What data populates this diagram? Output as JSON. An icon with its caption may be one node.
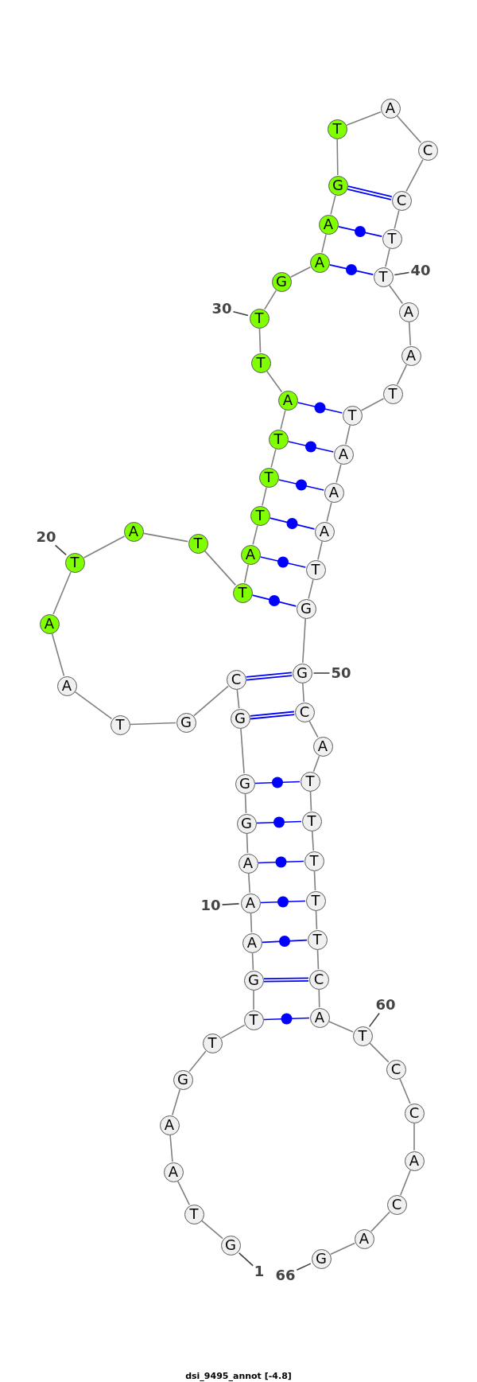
{
  "diagram": {
    "title": "dsi_9495_annot [-4.8]",
    "nodes": [
      {
        "text": [
          "G"
        ]
      },
      {
        "text": [
          "T"
        ]
      },
      {
        "text": [
          "A"
        ]
      },
      {
        "text": [
          "A"
        ]
      },
      {
        "text": [
          "G"
        ]
      },
      {
        "text": [
          "T"
        ]
      },
      {
        "text": [
          "T"
        ]
      },
      {
        "text": [
          "G"
        ]
      },
      {
        "text": [
          "A"
        ]
      },
      {
        "text": [
          "A"
        ]
      },
      {
        "text": [
          "A"
        ]
      },
      {
        "text": [
          "G"
        ]
      },
      {
        "text": [
          "G"
        ]
      },
      {
        "text": [
          "G"
        ]
      },
      {
        "text": [
          "C"
        ]
      },
      {
        "text": [
          "G"
        ]
      },
      {
        "text": [
          "T"
        ]
      },
      {
        "text": [
          "A"
        ]
      },
      {
        "text": [
          "A"
        ]
      },
      {
        "text": [
          "T"
        ]
      },
      {
        "text": [
          "A"
        ]
      },
      {
        "text": [
          "T"
        ]
      },
      {
        "text": [
          "T"
        ]
      },
      {
        "text": [
          "A"
        ]
      },
      {
        "text": [
          "T"
        ]
      },
      {
        "text": [
          "T"
        ]
      },
      {
        "text": [
          "T"
        ]
      },
      {
        "text": [
          "A"
        ]
      },
      {
        "text": [
          "T"
        ]
      },
      {
        "text": [
          "T"
        ]
      },
      {
        "text": [
          "G"
        ]
      },
      {
        "text": [
          "A"
        ]
      },
      {
        "text": [
          "A"
        ]
      },
      {
        "text": [
          "G"
        ]
      },
      {
        "text": [
          "T"
        ]
      },
      {
        "text": [
          "A"
        ]
      },
      {
        "text": [
          "C"
        ]
      },
      {
        "text": [
          "C"
        ]
      },
      {
        "text": [
          "T"
        ]
      },
      {
        "text": [
          "T"
        ]
      },
      {
        "text": [
          "A"
        ]
      },
      {
        "text": [
          "A"
        ]
      },
      {
        "text": [
          "T"
        ]
      },
      {
        "text": [
          "T"
        ]
      },
      {
        "text": [
          "A"
        ]
      },
      {
        "text": [
          "A"
        ]
      },
      {
        "text": [
          "A"
        ]
      },
      {
        "text": [
          "T"
        ]
      },
      {
        "text": [
          "G"
        ]
      },
      {
        "text": [
          "G"
        ]
      },
      {
        "text": [
          "C"
        ]
      },
      {
        "text": [
          "A"
        ]
      },
      {
        "text": [
          "T"
        ]
      },
      {
        "text": [
          "T"
        ]
      },
      {
        "text": [
          "T"
        ]
      },
      {
        "text": [
          "T"
        ]
      },
      {
        "text": [
          "T"
        ]
      },
      {
        "text": [
          "C"
        ]
      },
      {
        "text": [
          "A"
        ]
      },
      {
        "text": [
          "T"
        ]
      },
      {
        "text": [
          "C"
        ]
      },
      {
        "text": [
          "C"
        ]
      },
      {
        "text": [
          "A"
        ]
      },
      {
        "text": [
          "C"
        ]
      },
      {
        "text": [
          "A"
        ]
      },
      {
        "text": [
          "G"
        ]
      },
      {
        "text": [
          "1"
        ]
      },
      {
        "text": [
          "10"
        ]
      },
      {
        "text": [
          "20"
        ]
      },
      {
        "text": [
          "30"
        ]
      },
      {
        "text": [
          "40"
        ]
      },
      {
        "text": [
          "50"
        ]
      },
      {
        "text": [
          "60"
        ]
      },
      {
        "text": [
          "66"
        ]
      }
    ],
    "edges": [
      {
        "from": 0,
        "to": 1,
        "arrow": "none"
      },
      {
        "from": 1,
        "to": 2,
        "arrow": "none"
      },
      {
        "from": 2,
        "to": 3,
        "arrow": "none"
      },
      {
        "from": 3,
        "to": 4,
        "arrow": "none"
      },
      {
        "from": 4,
        "to": 5,
        "arrow": "none"
      },
      {
        "from": 5,
        "to": 6,
        "arrow": "none"
      },
      {
        "from": 6,
        "to": 7,
        "arrow": "none"
      },
      {
        "from": 7,
        "to": 8,
        "arrow": "none"
      },
      {
        "from": 8,
        "to": 9,
        "arrow": "none"
      },
      {
        "from": 9,
        "to": 10,
        "arrow": "none"
      },
      {
        "from": 10,
        "to": 11,
        "arrow": "none"
      },
      {
        "from": 11,
        "to": 12,
        "arrow": "none"
      },
      {
        "from": 12,
        "to": 13,
        "arrow": "none"
      },
      {
        "from": 13,
        "to": 14,
        "arrow": "none"
      },
      {
        "from": 14,
        "to": 15,
        "arrow": "none"
      },
      {
        "from": 15,
        "to": 16,
        "arrow": "none"
      },
      {
        "from": 16,
        "to": 17,
        "arrow": "none"
      },
      {
        "from": 17,
        "to": 18,
        "arrow": "none"
      },
      {
        "from": 18,
        "to": 19,
        "arrow": "none"
      },
      {
        "from": 19,
        "to": 20,
        "arrow": "none"
      },
      {
        "from": 20,
        "to": 21,
        "arrow": "none"
      },
      {
        "from": 21,
        "to": 22,
        "arrow": "none"
      },
      {
        "from": 22,
        "to": 23,
        "arrow": "none"
      },
      {
        "from": 23,
        "to": 24,
        "arrow": "none"
      },
      {
        "from": 24,
        "to": 25,
        "arrow": "none"
      },
      {
        "from": 25,
        "to": 26,
        "arrow": "none"
      },
      {
        "from": 26,
        "to": 27,
        "arrow": "none"
      },
      {
        "from": 27,
        "to": 28,
        "arrow": "none"
      },
      {
        "from": 28,
        "to": 29,
        "arrow": "none"
      },
      {
        "from": 29,
        "to": 30,
        "arrow": "none"
      },
      {
        "from": 30,
        "to": 31,
        "arrow": "none"
      },
      {
        "from": 31,
        "to": 32,
        "arrow": "none"
      },
      {
        "from": 32,
        "to": 33,
        "arrow": "none"
      },
      {
        "from": 33,
        "to": 34,
        "arrow": "none"
      },
      {
        "from": 34,
        "to": 35,
        "arrow": "none"
      },
      {
        "from": 35,
        "to": 36,
        "arrow": "none"
      },
      {
        "from": 36,
        "to": 37,
        "arrow": "none"
      },
      {
        "from": 37,
        "to": 38,
        "arrow": "none"
      },
      {
        "from": 38,
        "to": 39,
        "arrow": "none"
      },
      {
        "from": 39,
        "to": 40,
        "arrow": "none"
      },
      {
        "from": 40,
        "to": 41,
        "arrow": "none"
      },
      {
        "from": 41,
        "to": 42,
        "arrow": "none"
      },
      {
        "from": 42,
        "to": 43,
        "arrow": "none"
      },
      {
        "from": 43,
        "to": 44,
        "arrow": "none"
      },
      {
        "from": 44,
        "to": 45,
        "arrow": "none"
      },
      {
        "from": 45,
        "to": 46,
        "arrow": "none"
      },
      {
        "from": 46,
        "to": 47,
        "arrow": "none"
      },
      {
        "from": 47,
        "to": 48,
        "arrow": "none"
      },
      {
        "from": 48,
        "to": 49,
        "arrow": "none"
      },
      {
        "from": 49,
        "to": 50,
        "arrow": "none"
      },
      {
        "from": 50,
        "to": 51,
        "arrow": "none"
      },
      {
        "from": 51,
        "to": 52,
        "arrow": "none"
      },
      {
        "from": 52,
        "to": 53,
        "arrow": "none"
      },
      {
        "from": 53,
        "to": 54,
        "arrow": "none"
      },
      {
        "from": 54,
        "to": 55,
        "arrow": "none"
      },
      {
        "from": 55,
        "to": 56,
        "arrow": "none"
      },
      {
        "from": 56,
        "to": 57,
        "arrow": "none"
      },
      {
        "from": 57,
        "to": 58,
        "arrow": "none"
      },
      {
        "from": 58,
        "to": 59,
        "arrow": "none"
      },
      {
        "from": 59,
        "to": 60,
        "arrow": "none"
      },
      {
        "from": 60,
        "to": 61,
        "arrow": "none"
      },
      {
        "from": 61,
        "to": 62,
        "arrow": "none"
      },
      {
        "from": 62,
        "to": 63,
        "arrow": "none"
      },
      {
        "from": 63,
        "to": 64,
        "arrow": "none"
      },
      {
        "from": 64,
        "to": 65,
        "arrow": "none"
      },
      {
        "from": 6,
        "to": 58,
        "arrow": "none",
        "color": "#0000ff"
      },
      {
        "from": 7,
        "to": 57,
        "arrow": "none",
        "style": "thick",
        "color": "#0000ff"
      },
      {
        "from": 8,
        "to": 56,
        "arrow": "none",
        "color": "#0000ff"
      },
      {
        "from": 9,
        "to": 55,
        "arrow": "none",
        "color": "#0000ff"
      },
      {
        "from": 10,
        "to": 54,
        "arrow": "none",
        "color": "#0000ff"
      },
      {
        "from": 11,
        "to": 53,
        "arrow": "none",
        "color": "#0000ff"
      },
      {
        "from": 12,
        "to": 52,
        "arrow": "none",
        "color": "#0000ff"
      },
      {
        "from": 13,
        "to": 50,
        "arrow": "none",
        "style": "thick",
        "color": "#0000ff"
      },
      {
        "from": 14,
        "to": 49,
        "arrow": "none",
        "style": "thick",
        "color": "#0000ff"
      },
      {
        "from": 22,
        "to": 48,
        "arrow": "none",
        "color": "#0000ff"
      },
      {
        "from": 23,
        "to": 47,
        "arrow": "none",
        "color": "#0000ff"
      },
      {
        "from": 24,
        "to": 46,
        "arrow": "none",
        "color": "#0000ff"
      },
      {
        "from": 25,
        "to": 45,
        "arrow": "none",
        "color": "#0000ff"
      },
      {
        "from": 26,
        "to": 44,
        "arrow": "none",
        "color": "#0000ff"
      },
      {
        "from": 27,
        "to": 43,
        "arrow": "none",
        "color": "#0000ff"
      },
      {
        "from": 31,
        "to": 39,
        "arrow": "none",
        "color": "#0000ff"
      },
      {
        "from": 32,
        "to": 38,
        "arrow": "none",
        "color": "#0000ff"
      },
      {
        "from": 33,
        "to": 37,
        "arrow": "none",
        "style": "thick",
        "color": "#0000ff"
      },
      {
        "from": 66,
        "to": 0,
        "arrow": "none",
        "color": "#404040"
      },
      {
        "from": 67,
        "to": 9,
        "arrow": "none",
        "color": "#404040"
      },
      {
        "from": 68,
        "to": 19,
        "arrow": "none",
        "color": "#404040"
      },
      {
        "from": 69,
        "to": 29,
        "arrow": "none",
        "color": "#404040"
      },
      {
        "from": 70,
        "to": 39,
        "arrow": "none",
        "color": "#404040"
      },
      {
        "from": 71,
        "to": 49,
        "arrow": "none",
        "color": "#404040"
      },
      {
        "from": 72,
        "to": 59,
        "arrow": "none",
        "color": "#404040"
      },
      {
        "from": 73,
        "to": 65,
        "arrow": "none",
        "color": "#404040"
      }
    ]
  }
}
